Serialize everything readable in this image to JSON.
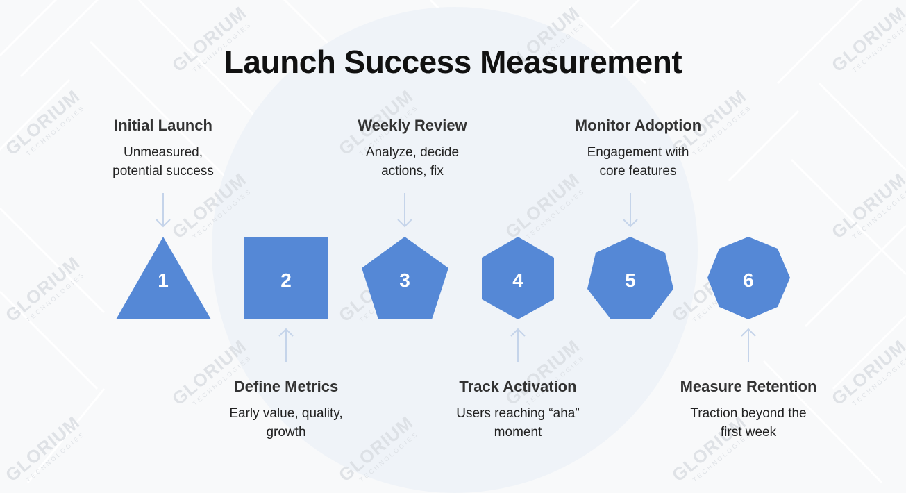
{
  "title": "Launch Success Measurement",
  "watermark": {
    "brand": "GLORIUM",
    "sub": "TECHNOLOGIES"
  },
  "accent_color": "#5588d6",
  "arrow_color": "#c5d4ea",
  "steps": [
    {
      "number": "1",
      "shape": "triangle",
      "heading": "Initial Launch",
      "description": "Unmeasured, potential success",
      "label_position": "top"
    },
    {
      "number": "2",
      "shape": "square",
      "heading": "Define Metrics",
      "description": "Early value, quality, growth",
      "label_position": "bottom"
    },
    {
      "number": "3",
      "shape": "pentagon",
      "heading": "Weekly Review",
      "description": "Analyze, decide actions, fix",
      "label_position": "top"
    },
    {
      "number": "4",
      "shape": "hexagon",
      "heading": "Track Activation",
      "description": "Users reaching “aha” moment",
      "label_position": "bottom"
    },
    {
      "number": "5",
      "shape": "heptagon",
      "heading": "Monitor Adoption",
      "description": "Engagement with core features",
      "label_position": "top"
    },
    {
      "number": "6",
      "shape": "octagon",
      "heading": "Measure Retention",
      "description": "Traction beyond the first week",
      "label_position": "bottom"
    }
  ]
}
